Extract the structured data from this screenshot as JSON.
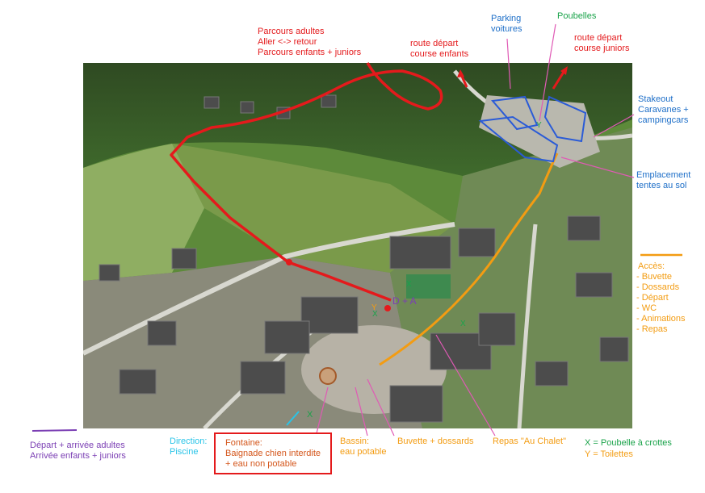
{
  "labels": {
    "parcours": "Parcours adultes\nAller <-> retour\nParcours enfants + juniors",
    "route_enfants": "route départ\ncourse enfants",
    "parking": "Parking\nvoitures",
    "poubelles": "Poubelles",
    "route_juniors": "route départ\ncourse juniors",
    "stakeout": "Stakeout\nCaravanes +\ncampingcars",
    "tentes": "Emplacement\ntentes au sol",
    "acces_title": "Accès:",
    "acces_items": [
      "- Buvette",
      "- Dossards",
      "- Départ",
      "- WC",
      "- Animations",
      "- Repas"
    ],
    "depart_arrivee": "Départ + arrivée adultes\nArrivée enfants + juniors",
    "direction": "Direction:\nPiscine",
    "fontaine": "Fontaine:\nBaignade chien interdite\n+ eau non potable",
    "bassin": "Bassin:\neau potable",
    "buvette": "Buvette + dossards",
    "repas": "Repas \"Au Chalet\"",
    "legend_x": "X = Poubelle à crottes",
    "legend_y": "Y = Toilettes",
    "map_da": "D + A",
    "map_x": "X",
    "map_y": "Y"
  },
  "colors": {
    "route_adultes": "#e41a1c",
    "acces": "#f39c12",
    "zones": "#2a5bd7",
    "poubelles": "#e05ab5",
    "depart_arrivee": "#7b3fb4",
    "piscine": "#29c4e8"
  }
}
